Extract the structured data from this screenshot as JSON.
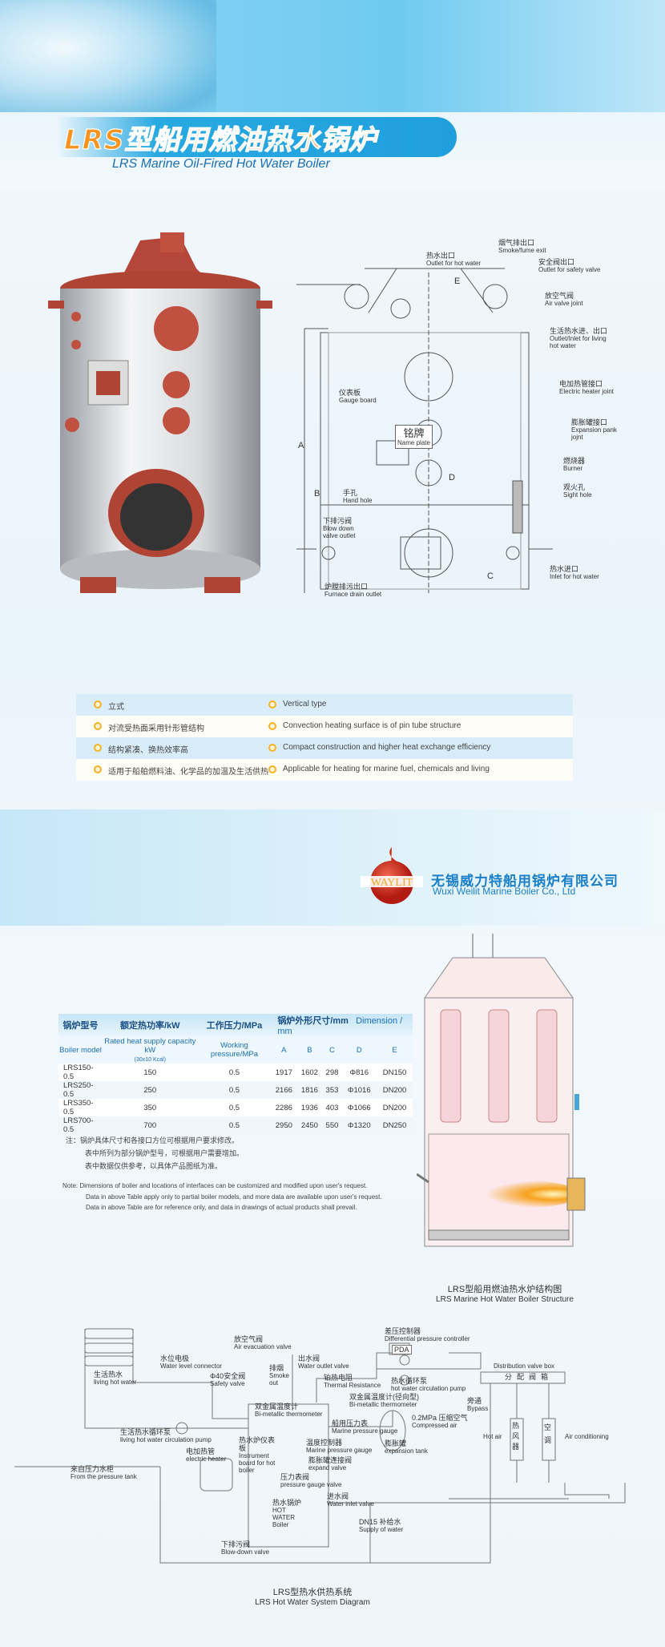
{
  "header": {
    "title": "LRS型船用燃油热水锅炉",
    "subtitle": "LRS Marine Oil-Fired Hot Water Boiler"
  },
  "drawing_labels": [
    {
      "zh": "热水出口",
      "en": "Outlet for hot water"
    },
    {
      "zh": "烟气排出口",
      "en": "Smoke/fume exit"
    },
    {
      "zh": "安全阀出口",
      "en": "Outlet for safety valve"
    },
    {
      "zh": "放空气阀",
      "en": "Air valve joint"
    },
    {
      "zh": "生活热水进、出口",
      "en": "Outlet/Inlet for living hot water"
    },
    {
      "zh": "电加热管接口",
      "en": "Electric heater joint"
    },
    {
      "zh": "仪表板",
      "en": "Gauge board"
    },
    {
      "zh": "铭牌",
      "en": "Name plate"
    },
    {
      "zh": "膨胀罐接口",
      "en": "Expansion pank jojnt"
    },
    {
      "zh": "燃烧器",
      "en": "Burner"
    },
    {
      "zh": "观火孔",
      "en": "Sight hole"
    },
    {
      "zh": "手孔",
      "en": "Hand hole"
    },
    {
      "zh": "下排污阀",
      "en": "Blow down valve outlet"
    },
    {
      "zh": "热水进口",
      "en": "Inlet for hot water"
    },
    {
      "zh": "炉膛排污出口",
      "en": "Furnace drain outlet"
    }
  ],
  "dimension_letters": [
    "A",
    "B",
    "C",
    "D",
    "E"
  ],
  "features": [
    {
      "zh": "立式",
      "en": "Vertical type"
    },
    {
      "zh": "对流受热面采用针形管结构",
      "en": "Convection heating surface is of pin tube structure"
    },
    {
      "zh": "结构紧凑、换热效率高",
      "en": "Compact construction and higher heat exchange efficiency"
    },
    {
      "zh": "适用于船舶燃料油、化学品的加温及生活供热",
      "en": "Applicable for heating for marine fuel, chemicals and living"
    }
  ],
  "company": {
    "logo_text": "WAYLIT",
    "name_zh": "无锡威力特船用锅炉有限公司",
    "name_en": "Wuxi Weilit Marine Boiler Co., Ltd"
  },
  "table": {
    "header_zh": [
      "锅炉型号",
      "额定热功率/kW",
      "工作压力/MPa",
      "锅炉外形尺寸/mm"
    ],
    "dimension_en": "Dimension / mm",
    "header_en": [
      "Boiler model",
      "Rated heat supply capacity kW",
      "Working pressure/MPa",
      "A",
      "B",
      "C",
      "D",
      "E"
    ],
    "capacity_note": "(30x10 Kcal)",
    "rows": [
      [
        "LRS150-0.5",
        "150",
        "0.5",
        "1917",
        "1602",
        "298",
        "Φ816",
        "DN150"
      ],
      [
        "LRS250-0.5",
        "250",
        "0.5",
        "2166",
        "1816",
        "353",
        "Φ1016",
        "DN200"
      ],
      [
        "LRS350-0.5",
        "350",
        "0.5",
        "2286",
        "1936",
        "403",
        "Φ1066",
        "DN200"
      ],
      [
        "LRS700-0.5",
        "700",
        "0.5",
        "2950",
        "2450",
        "550",
        "Φ1320",
        "DN250"
      ]
    ]
  },
  "notes_zh": [
    "注：锅炉具体尺寸和各接口方位可根据用户要求修改。",
    "表中所列为部分锅炉型号，可根据用户需要增加。",
    "表中数据仅供参考，以具体产品图纸为准。"
  ],
  "notes_en": [
    "Note: Dimensions of boiler and locations of interfaces can be customized and modified upon user's request.",
    "Data in above Table apply only to partial boiler models, and more data are available upon user's request.",
    "Data in above Table are for reference only, and data in drawings of actual products shall prevail."
  ],
  "structure_caption": {
    "zh": "LRS型船用燃油热水炉结构图",
    "en": "LRS Marine Hot Water Boiler Structure"
  },
  "system_labels": [
    {
      "zh": "生活热水",
      "en": "living hot water"
    },
    {
      "zh": "水位电极",
      "en": "Water level connector"
    },
    {
      "zh": "放空气阀",
      "en": "Air evacuation valve"
    },
    {
      "zh": "Φ40安全阀",
      "en": "Safety valve"
    },
    {
      "zh": "排烟",
      "en": "Smoke out"
    },
    {
      "zh": "出水阀",
      "en": "Water outlet valve"
    },
    {
      "zh": "铂热电阻",
      "en": "Thermal Resistance"
    },
    {
      "zh": "双金属温度计(径向型)",
      "en": "Bi-metallic thermometer"
    },
    {
      "zh": "双金属温度计",
      "en": "Bi-metallic thermometer"
    },
    {
      "zh": "船用压力表",
      "en": "Marine pressure gauge"
    },
    {
      "zh": "生活热水循环泵",
      "en": "living hot water circulation pump"
    },
    {
      "zh": "差压控制器",
      "en": "Differential pressure controller"
    },
    {
      "zh": "热水循环泵",
      "en": "hot water circulation pump"
    },
    {
      "zh": "",
      "en": "Distribution valve box"
    },
    {
      "zh": "旁通",
      "en": "Bypass"
    },
    {
      "zh": "0.2MPa 压缩空气",
      "en": "Compressed air"
    },
    {
      "zh": "",
      "en": "Hot air"
    },
    {
      "zh": "",
      "en": "Air conditioning"
    },
    {
      "zh": "膨胀罐",
      "en": "expansion tank"
    },
    {
      "zh": "温度控制器",
      "en": "Marine pressure gauge"
    },
    {
      "zh": "电加热管",
      "en": "electric heater"
    },
    {
      "zh": "热水炉仪表板",
      "en": "Instrument board for hot boiler"
    },
    {
      "zh": "膨胀罐连接阀",
      "en": "expand valve"
    },
    {
      "zh": "来自压力水柜",
      "en": "From the pressure tank"
    },
    {
      "zh": "压力表阀",
      "en": "pressure gauge valve"
    },
    {
      "zh": "进水阀",
      "en": "Water inlet valve"
    },
    {
      "zh": "热水锅炉",
      "en": "HOT WATER Boiler"
    },
    {
      "zh": "DN15 补给水",
      "en": "Supply of water"
    },
    {
      "zh": "下排污阀",
      "en": "Blow-down valve"
    }
  ],
  "system_boxes": {
    "pda": "PDA",
    "distribution": "分配阀箱",
    "hot_air": "热风器",
    "ac": "空调"
  },
  "system_caption": {
    "zh": "LRS型热水供热系统",
    "en": "LRS Hot Water System Diagram"
  }
}
